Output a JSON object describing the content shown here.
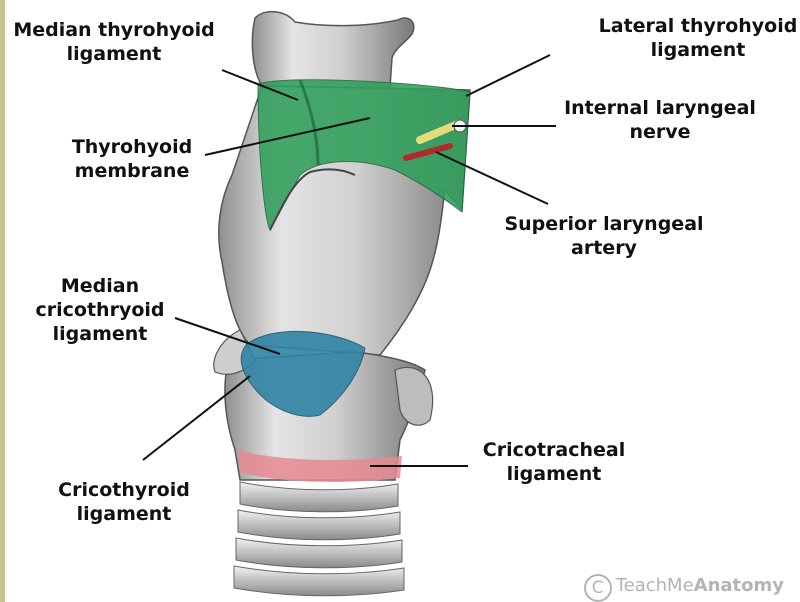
{
  "labels": {
    "median_thyrohyoid": [
      "Median thyrohyoid",
      "ligament"
    ],
    "lateral_thyrohyoid": [
      "Lateral thyrohyoid",
      "ligament"
    ],
    "thyrohyoid_membrane": [
      "Thyrohyoid",
      "membrane"
    ],
    "internal_laryngeal_nerve": [
      "Internal laryngeal",
      "nerve"
    ],
    "superior_laryngeal_artery": [
      "Superior laryngeal",
      "artery"
    ],
    "median_cricothyroid": [
      "Median",
      "cricothryoid",
      "ligament"
    ],
    "cricothyroid": [
      "Cricothyroid",
      "ligament"
    ],
    "cricotracheal": [
      "Cricotracheal",
      "ligament"
    ]
  },
  "watermark": {
    "prefix": "TeachMe",
    "bold": "Anatomy"
  },
  "colors": {
    "membrane": "#2fa35c",
    "cricothyroid": "#2f86a8",
    "cricotracheal": "#e68a92",
    "nerve": "#e4dc7a",
    "artery": "#b02a2a",
    "cartilage": "#d6d6d6"
  }
}
